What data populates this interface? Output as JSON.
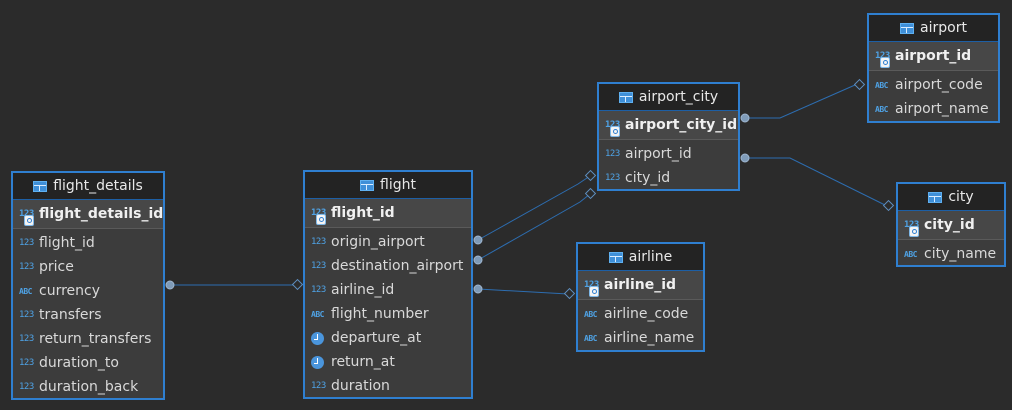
{
  "tables": {
    "flight_details": {
      "name": "flight_details",
      "pk": {
        "type": "123",
        "name": "flight_details_id"
      },
      "columns": [
        {
          "type": "123",
          "name": "flight_id"
        },
        {
          "type": "123",
          "name": "price"
        },
        {
          "type": "ABC",
          "name": "currency"
        },
        {
          "type": "123",
          "name": "transfers"
        },
        {
          "type": "123",
          "name": "return_transfers"
        },
        {
          "type": "123",
          "name": "duration_to"
        },
        {
          "type": "123",
          "name": "duration_back"
        }
      ]
    },
    "flight": {
      "name": "flight",
      "pk": {
        "type": "123",
        "name": "flight_id"
      },
      "columns": [
        {
          "type": "123",
          "name": "origin_airport"
        },
        {
          "type": "123",
          "name": "destination_airport"
        },
        {
          "type": "123",
          "name": "airline_id"
        },
        {
          "type": "ABC",
          "name": "flight_number"
        },
        {
          "type": "clock",
          "name": "departure_at"
        },
        {
          "type": "clock",
          "name": "return_at"
        },
        {
          "type": "123",
          "name": "duration"
        }
      ]
    },
    "airport_city": {
      "name": "airport_city",
      "pk": {
        "type": "123",
        "name": "airport_city_id"
      },
      "columns": [
        {
          "type": "123",
          "name": "airport_id"
        },
        {
          "type": "123",
          "name": "city_id"
        }
      ]
    },
    "airline": {
      "name": "airline",
      "pk": {
        "type": "123",
        "name": "airline_id"
      },
      "columns": [
        {
          "type": "ABC",
          "name": "airline_code"
        },
        {
          "type": "ABC",
          "name": "airline_name"
        }
      ]
    },
    "airport": {
      "name": "airport",
      "pk": {
        "type": "123",
        "name": "airport_id"
      },
      "columns": [
        {
          "type": "ABC",
          "name": "airport_code"
        },
        {
          "type": "ABC",
          "name": "airport_name"
        }
      ]
    },
    "city": {
      "name": "city",
      "pk": {
        "type": "123",
        "name": "city_id"
      },
      "columns": [
        {
          "type": "ABC",
          "name": "city_name"
        }
      ]
    }
  },
  "relationships": [
    {
      "from": "flight_details",
      "column": "flight_id",
      "to": "flight"
    },
    {
      "from": "flight",
      "column": "origin_airport",
      "to": "airport_city"
    },
    {
      "from": "flight",
      "column": "destination_airport",
      "to": "airport_city"
    },
    {
      "from": "flight",
      "column": "airline_id",
      "to": "airline"
    },
    {
      "from": "airport_city",
      "column": "airport_city_id",
      "to": "airport"
    },
    {
      "from": "airport_city",
      "column": "city_id",
      "to": "city"
    }
  ],
  "colors": {
    "background": "#2b2b2b",
    "border": "#2f7fd0",
    "line": "#2d6db0",
    "dot": "#7f9bb8"
  }
}
